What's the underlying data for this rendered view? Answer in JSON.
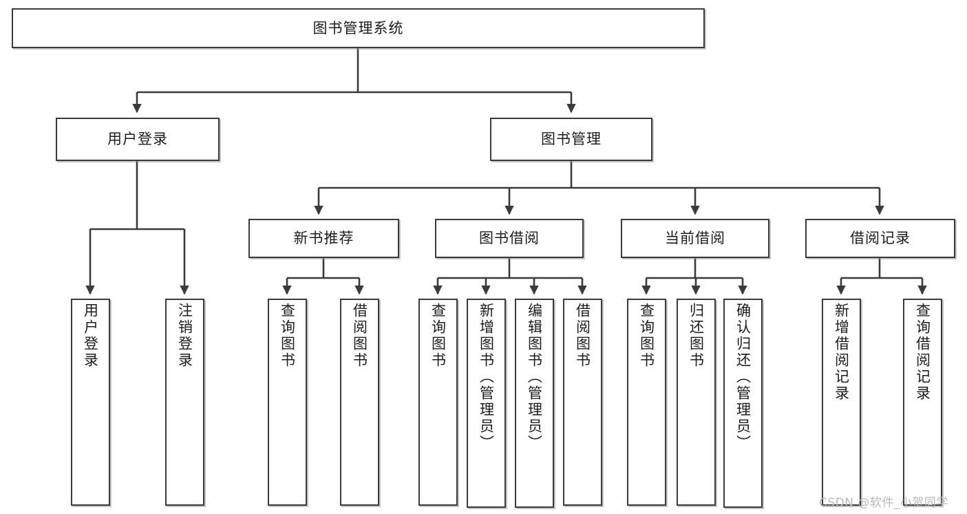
{
  "diagram": {
    "title": "图书管理系统",
    "type": "hierarchy-tree",
    "root": {
      "label": "图书管理系统"
    },
    "level2": [
      {
        "label": "用户登录"
      },
      {
        "label": "图书管理"
      }
    ],
    "level3": [
      {
        "label": "新书推荐"
      },
      {
        "label": "图书借阅"
      },
      {
        "label": "当前借阅"
      },
      {
        "label": "借阅记录"
      }
    ],
    "leaves": {
      "user_login": [
        {
          "label": "用户登录"
        },
        {
          "label": "注销登录"
        }
      ],
      "new_book_recommend": [
        {
          "label": "查询图书"
        },
        {
          "label": "借阅图书"
        }
      ],
      "book_borrow": [
        {
          "label": "查询图书"
        },
        {
          "label": "新增图书（管理员）"
        },
        {
          "label": "编辑图书（管理员）"
        },
        {
          "label": "借阅图书"
        }
      ],
      "current_borrow": [
        {
          "label": "查询图书"
        },
        {
          "label": "归还图书"
        },
        {
          "label": "确认归还（管理员）"
        }
      ],
      "borrow_record": [
        {
          "label": "新增借阅记录"
        },
        {
          "label": "查询借阅记录"
        }
      ]
    }
  },
  "watermark": {
    "text": "CSDN @软件_小贺同学"
  },
  "colors": {
    "stroke": "#3a3a3a",
    "fill": "#ffffff",
    "text": "#1c1c1c",
    "watermark": "#b9b9b9"
  }
}
